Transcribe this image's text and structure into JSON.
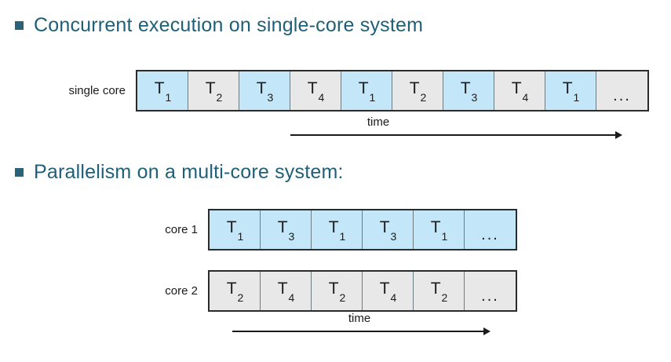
{
  "slide": {
    "bullets": [
      {
        "marker": "square-bullet",
        "text": "Concurrent execution on single-core system"
      },
      {
        "marker": "square-bullet",
        "text": "Parallelism on a multi-core system:"
      }
    ],
    "colors": {
      "heading_text": "#1f6079",
      "bullet_marker": "#2a6277",
      "cell_blue": "#c3e7f8",
      "cell_gray": "#e8e8e8",
      "cell_border": "#2b2b2b",
      "cell_divider": "#6d7b82",
      "axis": "#1b1b1b",
      "background": "#ffffff"
    }
  },
  "single_core_diagram": {
    "row_label": "single core",
    "cells": [
      {
        "task": "T",
        "index": "1",
        "fill": "blue"
      },
      {
        "task": "T",
        "index": "2",
        "fill": "gray"
      },
      {
        "task": "T",
        "index": "3",
        "fill": "blue"
      },
      {
        "task": "T",
        "index": "4",
        "fill": "gray"
      },
      {
        "task": "T",
        "index": "1",
        "fill": "blue"
      },
      {
        "task": "T",
        "index": "2",
        "fill": "gray"
      },
      {
        "task": "T",
        "index": "3",
        "fill": "blue"
      },
      {
        "task": "T",
        "index": "4",
        "fill": "gray"
      },
      {
        "task": "T",
        "index": "1",
        "fill": "blue"
      },
      {
        "task": "...",
        "index": "",
        "fill": "gray"
      }
    ],
    "time_axis": {
      "label": "time",
      "direction": "right"
    }
  },
  "multi_core_diagram": {
    "rows": [
      {
        "row_label": "core 1",
        "cells": [
          {
            "task": "T",
            "index": "1",
            "fill": "blue"
          },
          {
            "task": "T",
            "index": "3",
            "fill": "blue"
          },
          {
            "task": "T",
            "index": "1",
            "fill": "blue"
          },
          {
            "task": "T",
            "index": "3",
            "fill": "blue"
          },
          {
            "task": "T",
            "index": "1",
            "fill": "blue"
          },
          {
            "task": "...",
            "index": "",
            "fill": "blue"
          }
        ]
      },
      {
        "row_label": "core 2",
        "cells": [
          {
            "task": "T",
            "index": "2",
            "fill": "gray"
          },
          {
            "task": "T",
            "index": "4",
            "fill": "gray"
          },
          {
            "task": "T",
            "index": "2",
            "fill": "gray"
          },
          {
            "task": "T",
            "index": "4",
            "fill": "gray"
          },
          {
            "task": "T",
            "index": "2",
            "fill": "gray"
          },
          {
            "task": "...",
            "index": "",
            "fill": "gray"
          }
        ]
      }
    ],
    "time_axis": {
      "label": "time",
      "direction": "right"
    }
  }
}
